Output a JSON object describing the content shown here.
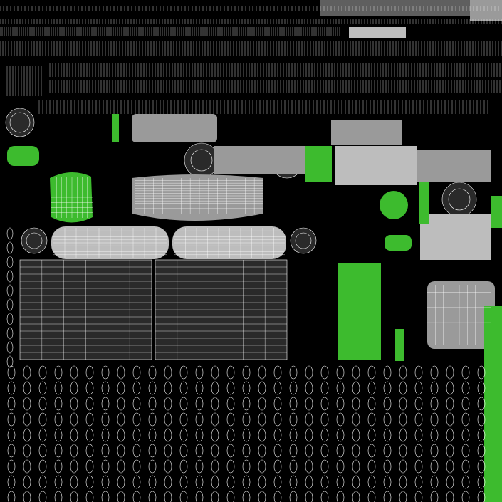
{
  "texture": {
    "colors": {
      "background": "#000000",
      "wireframe": "#ffffff",
      "shell_gray": "#9a9a9a",
      "shell_dark_gray": "#5f5f5f",
      "shell_light_gray": "#bdbdbd",
      "accent_green": "#3dbb2e"
    },
    "regions": [
      "strip-rows",
      "ring-parts",
      "shell-parts",
      "grille-panels",
      "chain-links"
    ]
  }
}
